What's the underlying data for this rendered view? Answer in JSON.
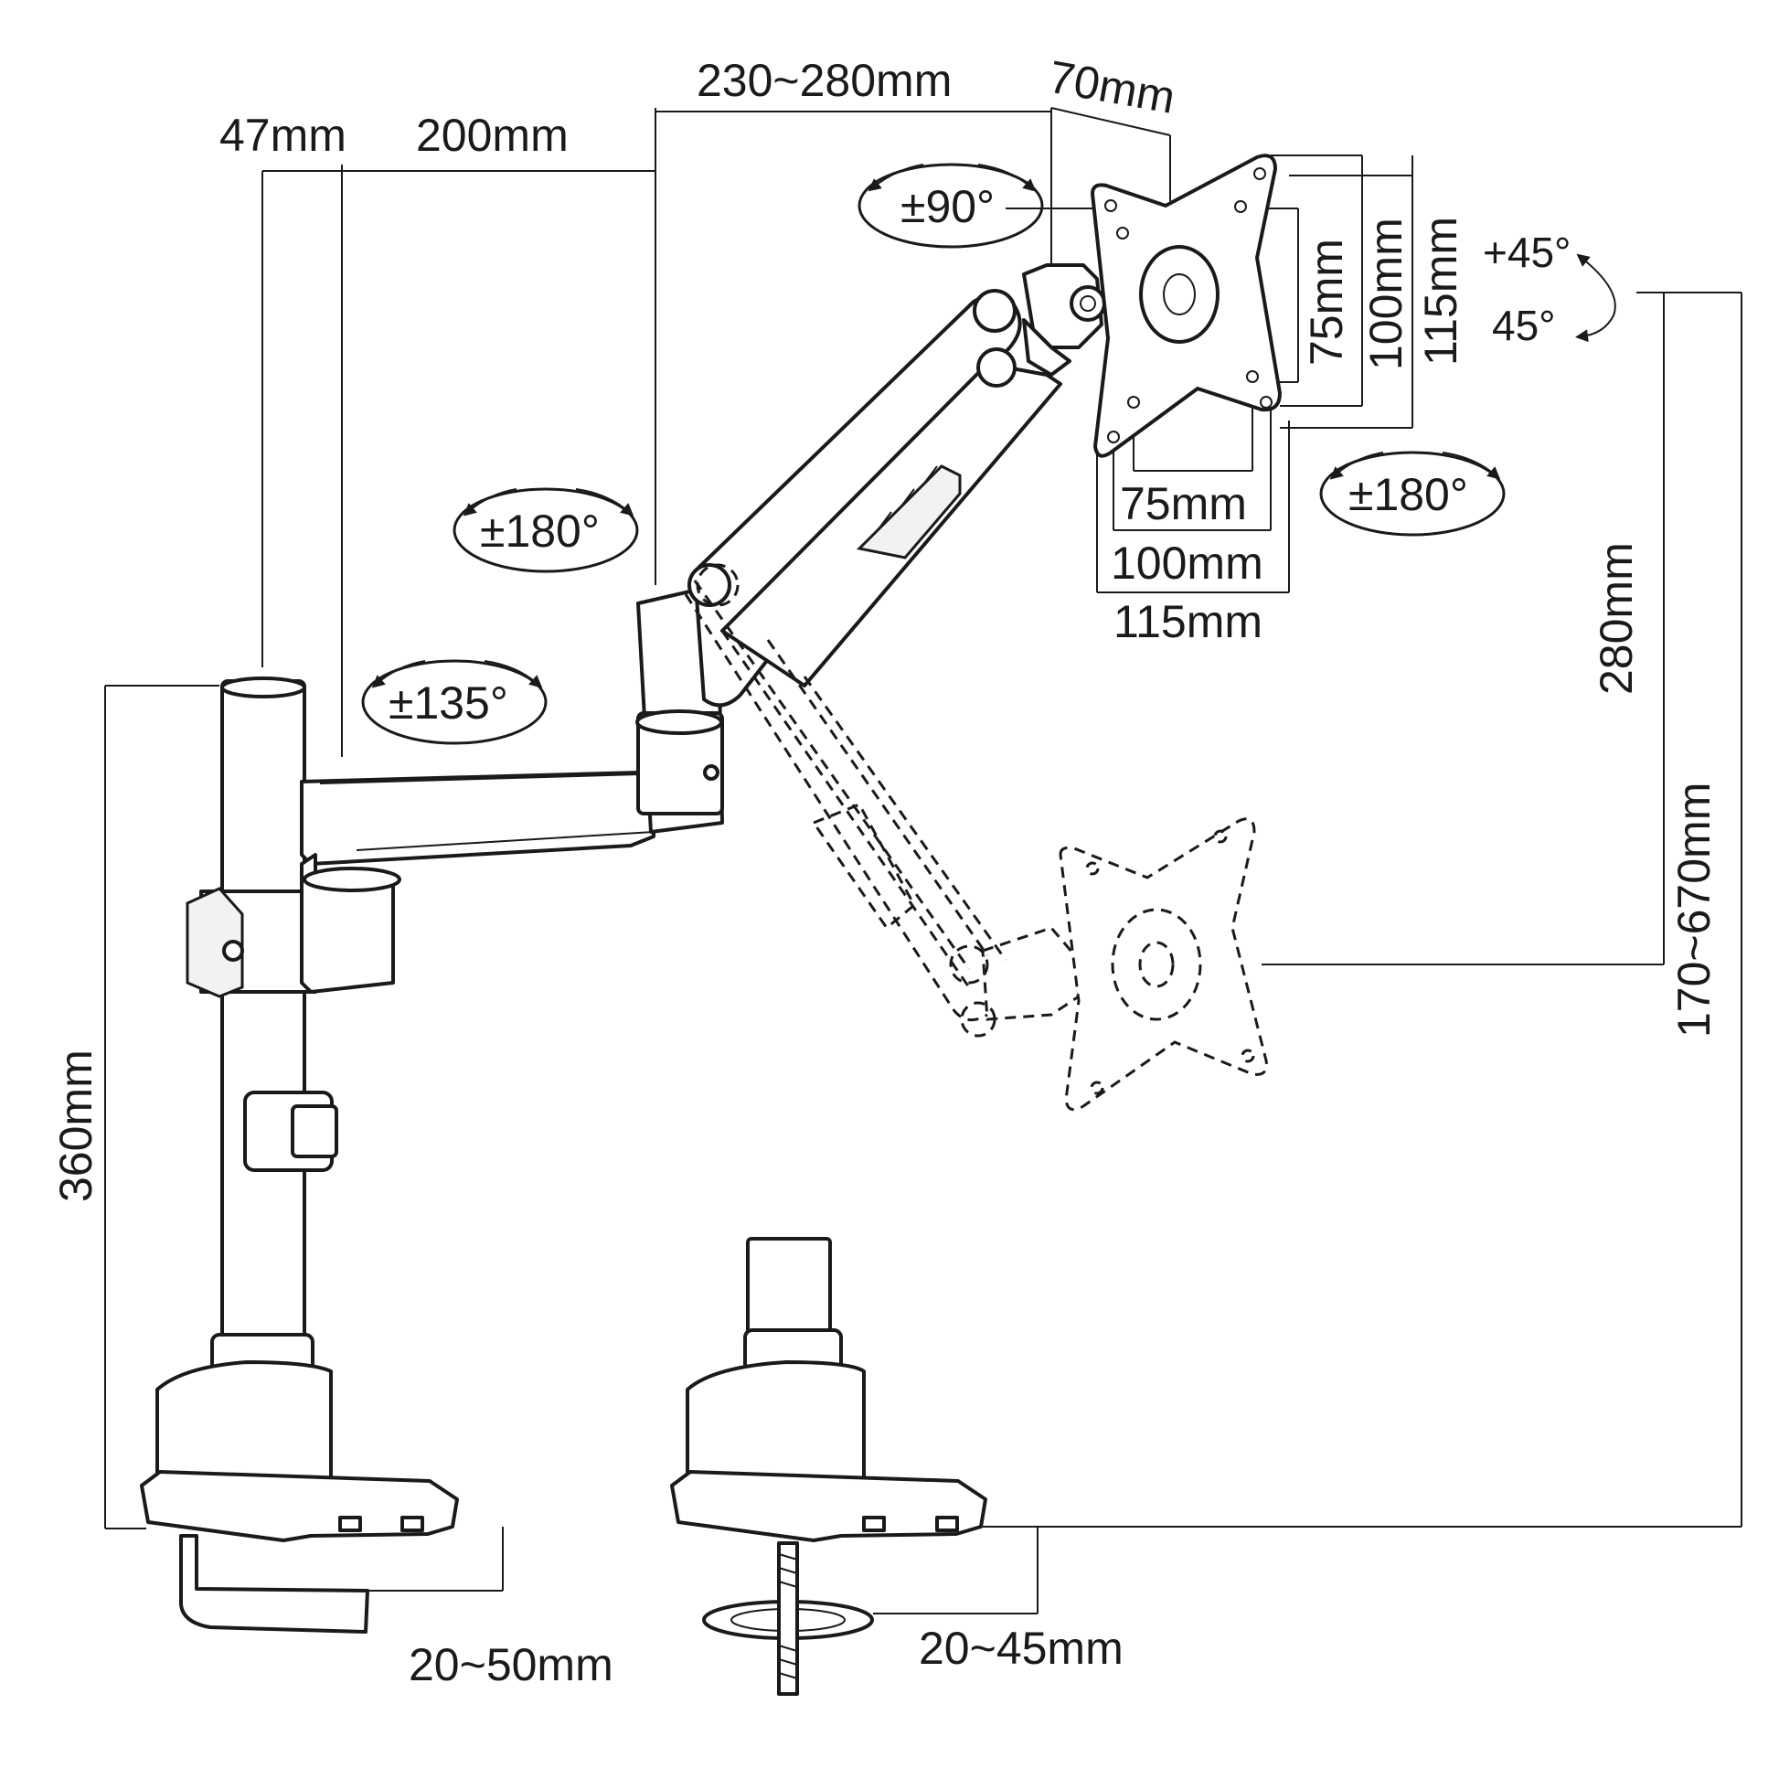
{
  "dimensions": {
    "d47": "47mm",
    "d200": "200mm",
    "d230_280": "230~280mm",
    "d70": "70mm",
    "vesa_h75": "75mm",
    "vesa_h100": "100mm",
    "vesa_h115": "115mm",
    "vesa_w75": "75mm",
    "vesa_w100": "100mm",
    "vesa_w115": "115mm",
    "d280": "280mm",
    "d170_670": "170~670mm",
    "d360": "360mm",
    "clamp_20_50": "20~50mm",
    "grommet_20_45": "20~45mm"
  },
  "rotations": {
    "rot90": "±90°",
    "rot180_arm": "±180°",
    "rot135": "±135°",
    "rot180_head": "±180°",
    "tilt_up": "+45°",
    "tilt_down": "45°"
  },
  "colors": {
    "line": "#1a1a1a",
    "background": "#ffffff"
  }
}
